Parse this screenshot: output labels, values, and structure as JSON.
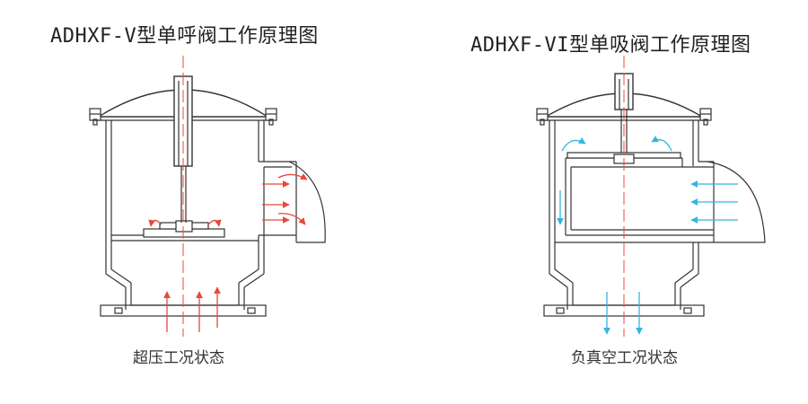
{
  "diagrams": [
    {
      "title": "ADHXF-V型单呼阀工作原理图",
      "caption": "超压工况状态",
      "flow_color": "#e8483a"
    },
    {
      "title": "ADHXF-VI型单吸阀工作原理图",
      "caption": "负真空工况状态",
      "flow_color": "#33b5e5"
    }
  ]
}
